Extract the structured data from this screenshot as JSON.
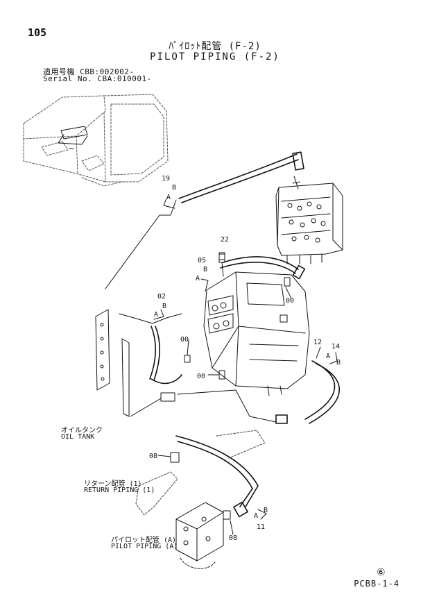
{
  "page_number": "105",
  "title_jp": "ﾊﾟｲﾛｯﾄ配管 (F-2)",
  "title_en": "PILOT PIPING (F-2)",
  "applicability": {
    "jp_label": "適用号機",
    "jp_value": "CBB:002002-",
    "en_label": "Serial No.",
    "en_value": "CBA:010001-"
  },
  "callouts": {
    "c19": "19",
    "c05": "05",
    "c22": "22",
    "c02": "02",
    "c00a": "00",
    "c00b": "00",
    "c00c": "00",
    "c12": "12",
    "c14": "14",
    "c08a": "08",
    "c08b": "08",
    "c11": "11",
    "a": "A",
    "b": "B"
  },
  "labels": {
    "oil_tank_jp": "オイルタンク",
    "oil_tank_en": "OIL TANK",
    "return_jp": "リターン配管 (1)",
    "return_en": "RETURN PIPING (1)",
    "pilot_jp": "パイロット配管 (A)",
    "pilot_en": "PILOT PIPING (A)"
  },
  "revision_mark": "⑥",
  "page_code": "PCBB-1-4"
}
